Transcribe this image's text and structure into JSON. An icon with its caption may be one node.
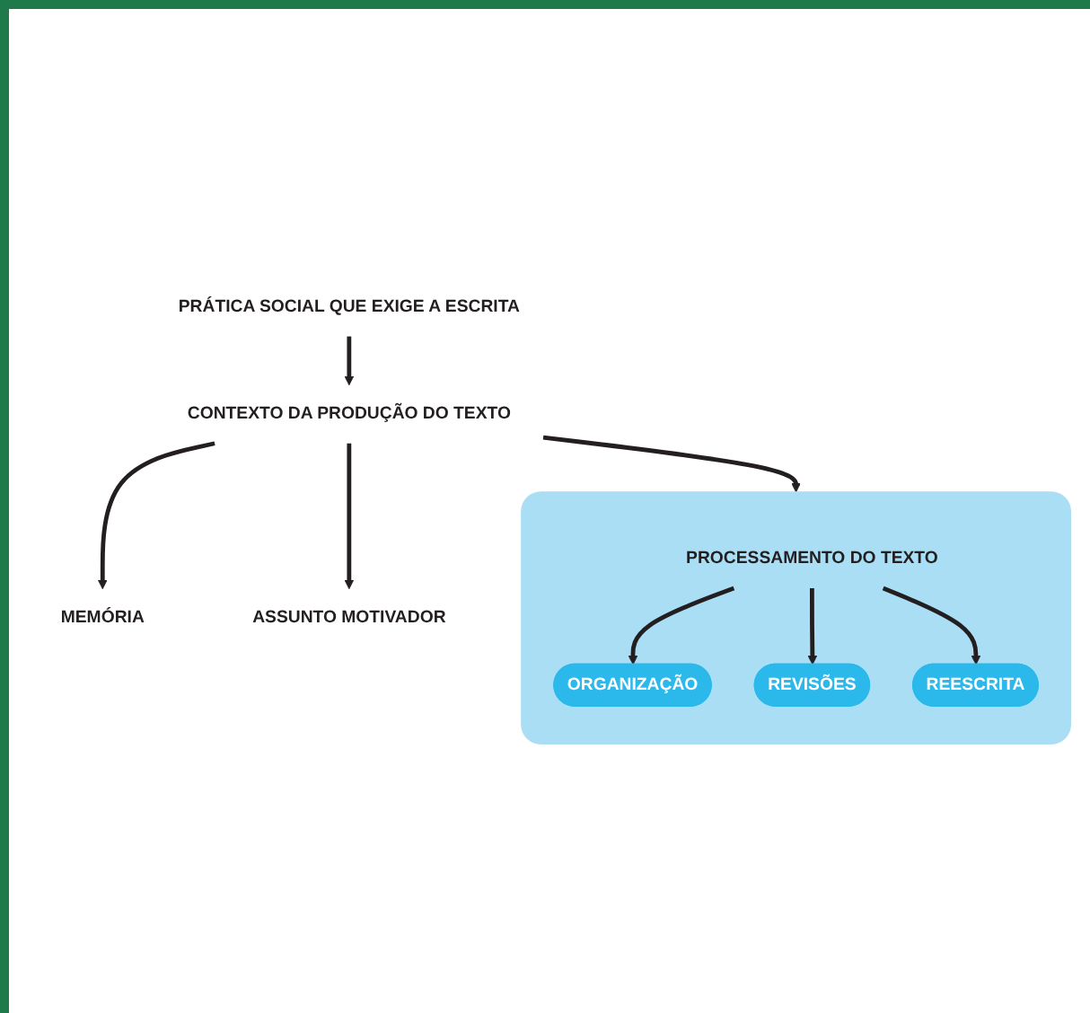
{
  "diagram": {
    "nodes": [
      {
        "text": [
          "PRÁTICA SOCIAL QUE EXIGE A ESCRITA"
        ]
      },
      {
        "text": [
          "CONTEXTO DA PRODUÇÃO DO TEXTO"
        ]
      },
      {
        "text": [
          "MEMÓRIA"
        ]
      },
      {
        "text": [
          "ASSUNTO MOTIVADOR"
        ]
      },
      {
        "text": [],
        "shape": "box"
      },
      {
        "text": [
          "PROCESSAMENTO DO TEXTO"
        ],
        "in": 4
      },
      {
        "text": [
          "ORGANIZAÇÃO"
        ],
        "in": 4
      },
      {
        "text": [
          "REVISÕES"
        ],
        "in": 4
      },
      {
        "text": [
          "REESCRITA"
        ],
        "in": 4
      }
    ],
    "edges": [
      {
        "from": 0,
        "to": 1,
        "arrow": "to"
      },
      {
        "from": 1,
        "to": 2,
        "arrow": "to"
      },
      {
        "from": 1,
        "to": 3,
        "arrow": "to"
      },
      {
        "from": 1,
        "to": 4,
        "arrow": "to"
      },
      {
        "from": 5,
        "to": 6,
        "arrow": "to"
      },
      {
        "from": 5,
        "to": 7,
        "arrow": "to"
      },
      {
        "from": 5,
        "to": 8,
        "arrow": "to"
      }
    ]
  }
}
